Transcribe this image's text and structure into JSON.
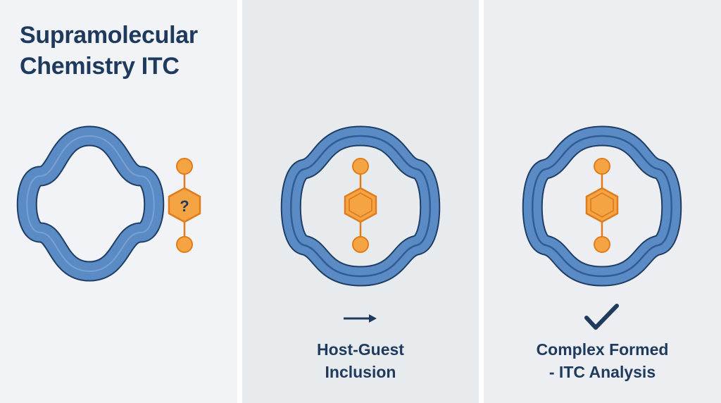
{
  "panels": [
    {
      "title_lines": [
        "Supramolecular",
        "Chemistry ITC"
      ],
      "guest_label": "?",
      "icons": [
        "host-macrocycle-icon",
        "guest-molecule-icon"
      ]
    },
    {
      "caption_lines": [
        "Host-Guest",
        "Inclusion"
      ],
      "icons": [
        "host-macrocycle-icon",
        "benzene-guest-icon",
        "arrow-right-icon"
      ]
    },
    {
      "caption_lines": [
        "Complex Formed",
        "- ITC Analysis"
      ],
      "icons": [
        "host-macrocycle-icon",
        "benzene-guest-icon",
        "checkmark-icon"
      ]
    }
  ],
  "colors": {
    "host_fill": "#5b8bc5",
    "host_inner": "#2f5d94",
    "host_outline": "#1f3e66",
    "guest_fill": "#f5a443",
    "guest_outline": "#e07c1c",
    "text": "#1e3a5c"
  }
}
